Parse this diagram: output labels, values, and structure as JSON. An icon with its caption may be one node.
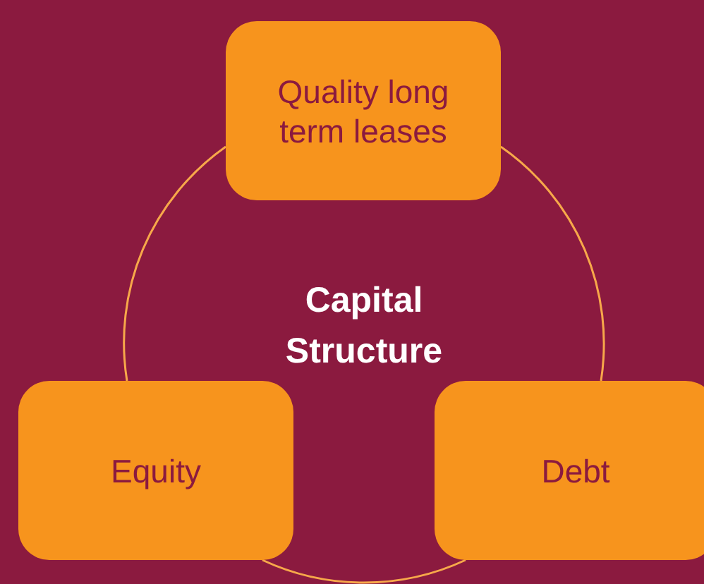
{
  "diagram": {
    "nodes": [
      {
        "text": [
          "Quality long term leases"
        ]
      },
      {
        "text": [
          "Equity"
        ]
      },
      {
        "text": [
          "Debt"
        ]
      }
    ],
    "edges": [
      {
        "from": 0,
        "to": 1,
        "arrow": "none"
      },
      {
        "from": 1,
        "to": 2,
        "arrow": "none"
      },
      {
        "from": 0,
        "to": 2,
        "arrow": "none"
      }
    ],
    "labels": [
      "Capital Structure"
    ]
  }
}
